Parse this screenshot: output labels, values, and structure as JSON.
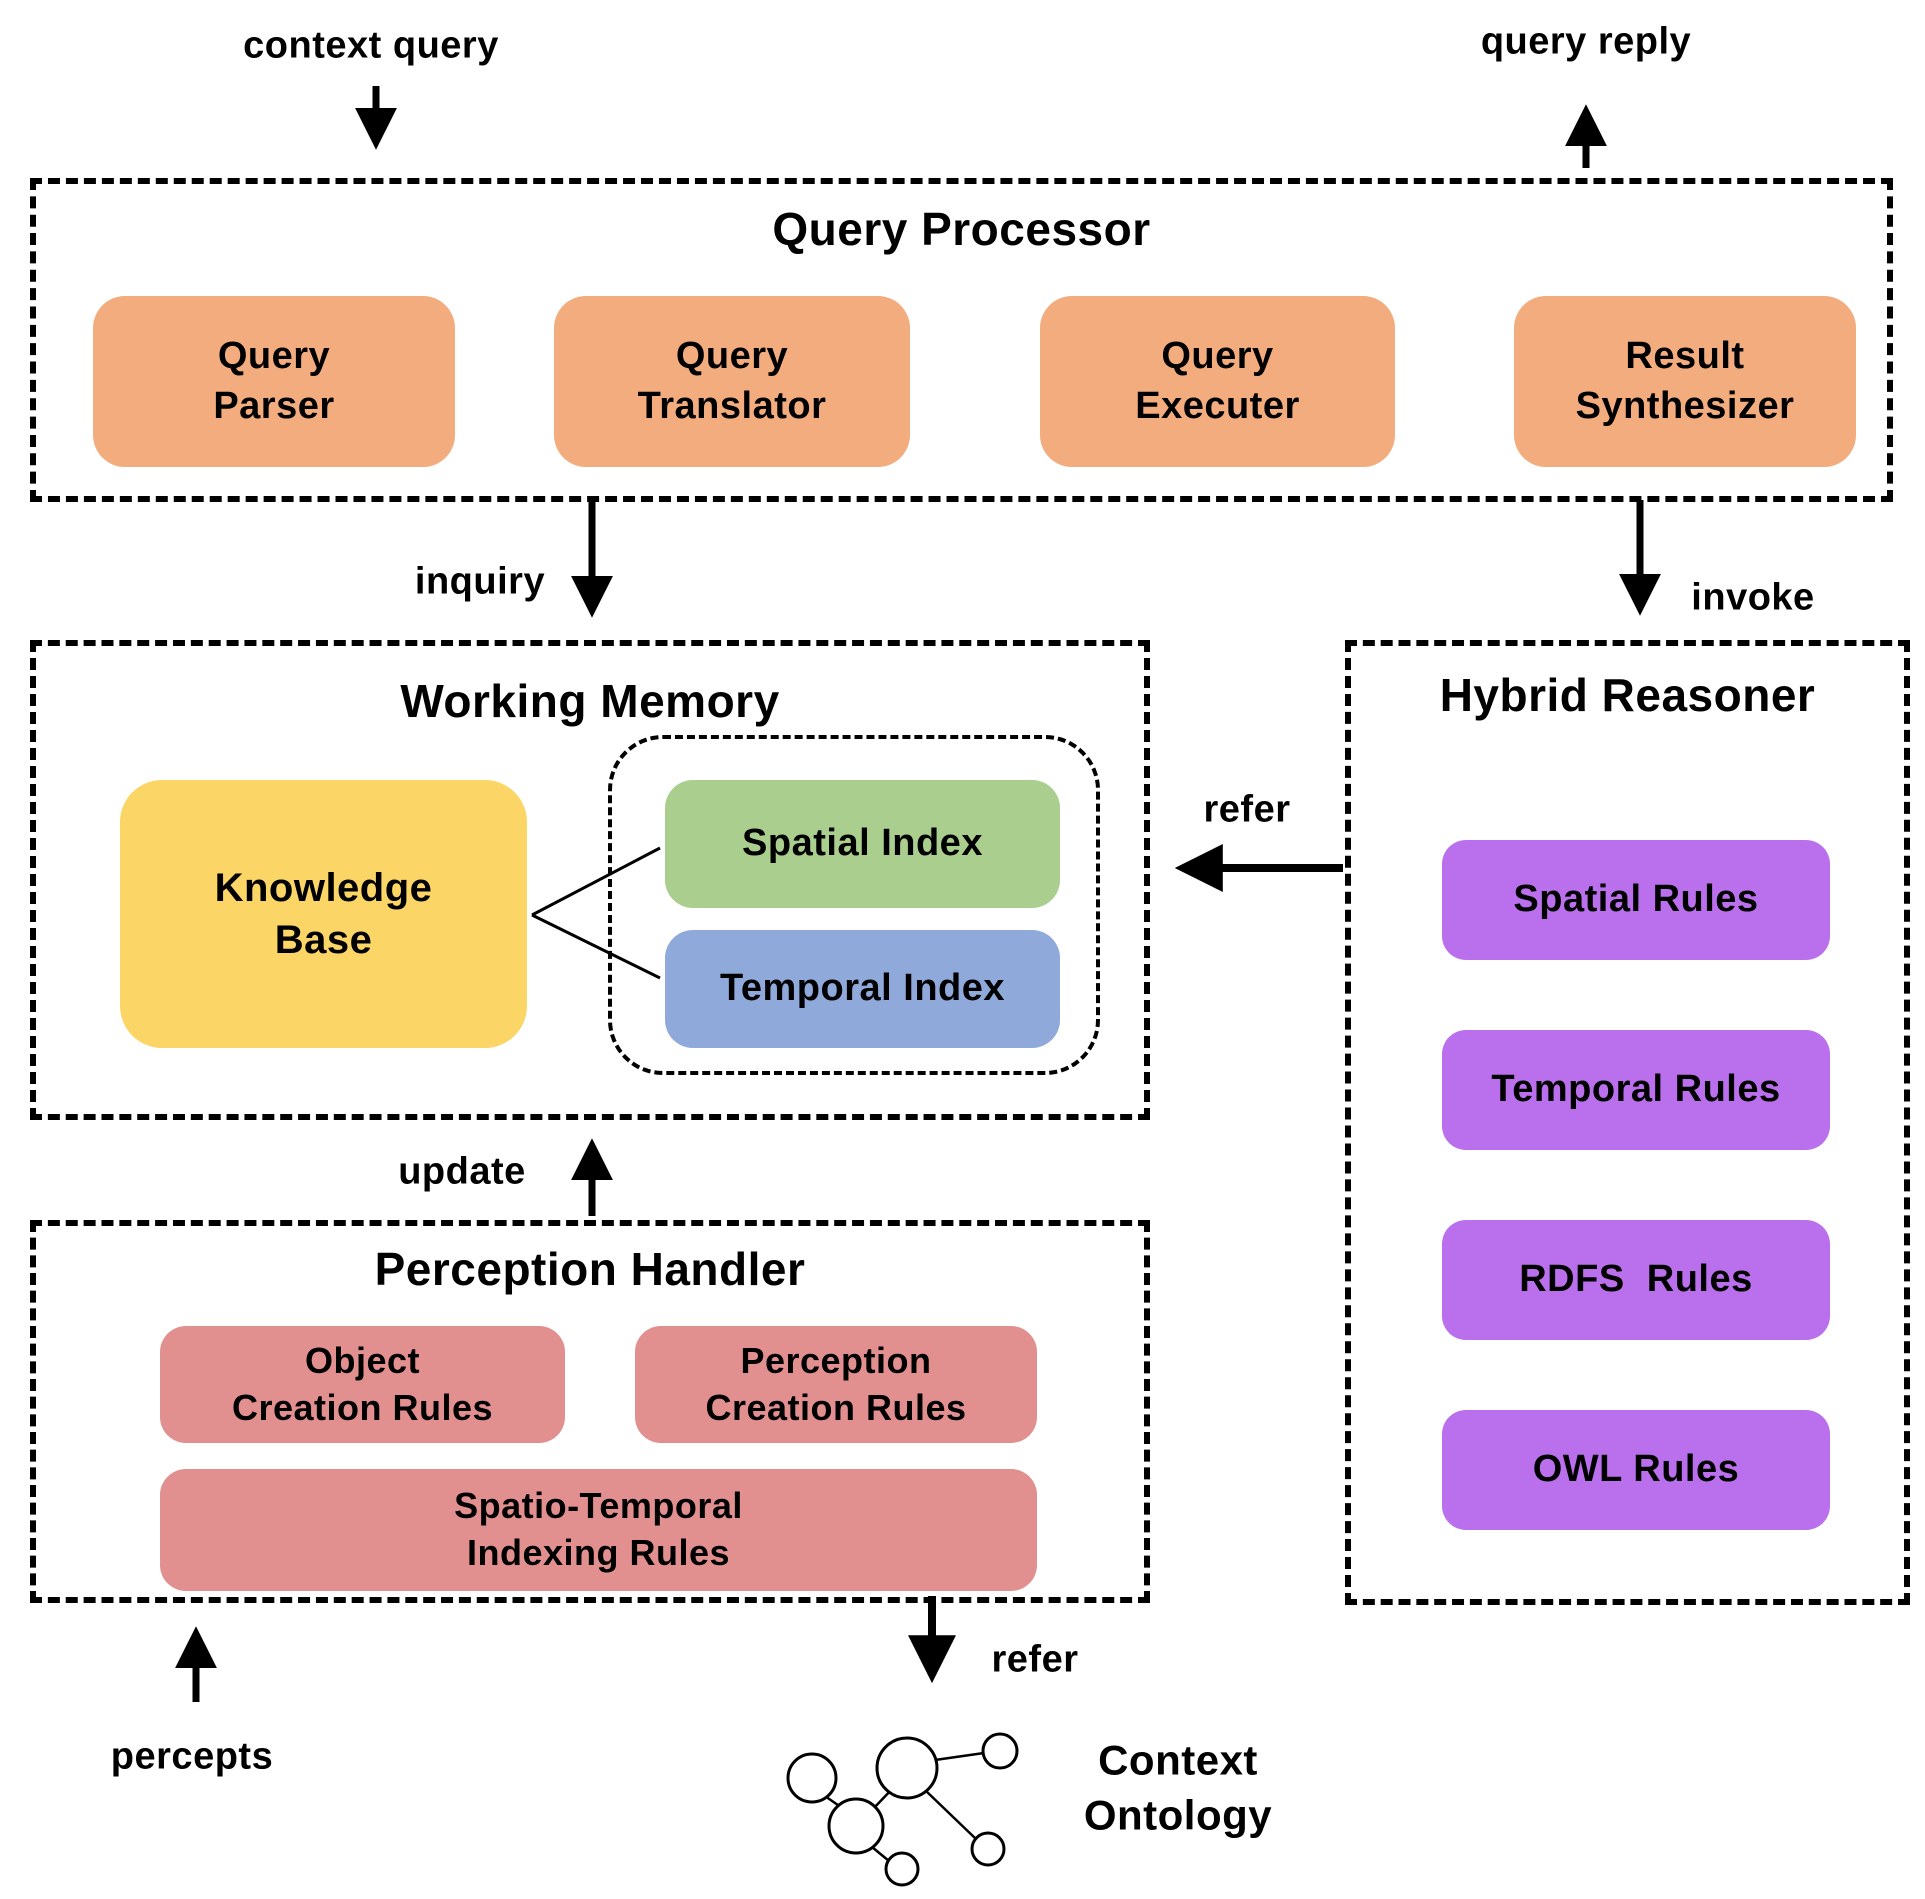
{
  "diagram": {
    "colors": {
      "component_orange": "#F2AC7E",
      "knowledge_yellow": "#FBD666",
      "spatial_green": "#A9CE8E",
      "temporal_blue": "#90A9DB",
      "rules_purple": "#BA70ED",
      "perception_pink": "#E28F8F",
      "line_black": "#000000"
    },
    "external_labels": {
      "context_query": "context query",
      "query_reply": "query reply",
      "percepts": "percepts",
      "context_ontology": "Context\nOntology"
    },
    "edge_labels": {
      "inquiry": "inquiry",
      "invoke": "invoke",
      "refer_working_memory": "refer",
      "update": "update",
      "refer_ontology": "refer"
    },
    "query_processor": {
      "title": "Query Processor",
      "components": [
        "Query\nParser",
        "Query\nTranslator",
        "Query\nExecuter",
        "Result\nSynthesizer"
      ]
    },
    "working_memory": {
      "title": "Working Memory",
      "knowledge_base": "Knowledge\nBase",
      "spatial_index": "Spatial Index",
      "temporal_index": "Temporal Index"
    },
    "hybrid_reasoner": {
      "title": "Hybrid Reasoner",
      "rules": [
        "Spatial Rules",
        "Temporal Rules",
        "RDFS  Rules",
        "OWL Rules"
      ]
    },
    "perception_handler": {
      "title": "Perception Handler",
      "object_creation_rules": "Object\nCreation Rules",
      "perception_creation_rules": "Perception\nCreation Rules",
      "spatio_temporal_indexing_rules": "Spatio-Temporal\nIndexing Rules"
    }
  }
}
